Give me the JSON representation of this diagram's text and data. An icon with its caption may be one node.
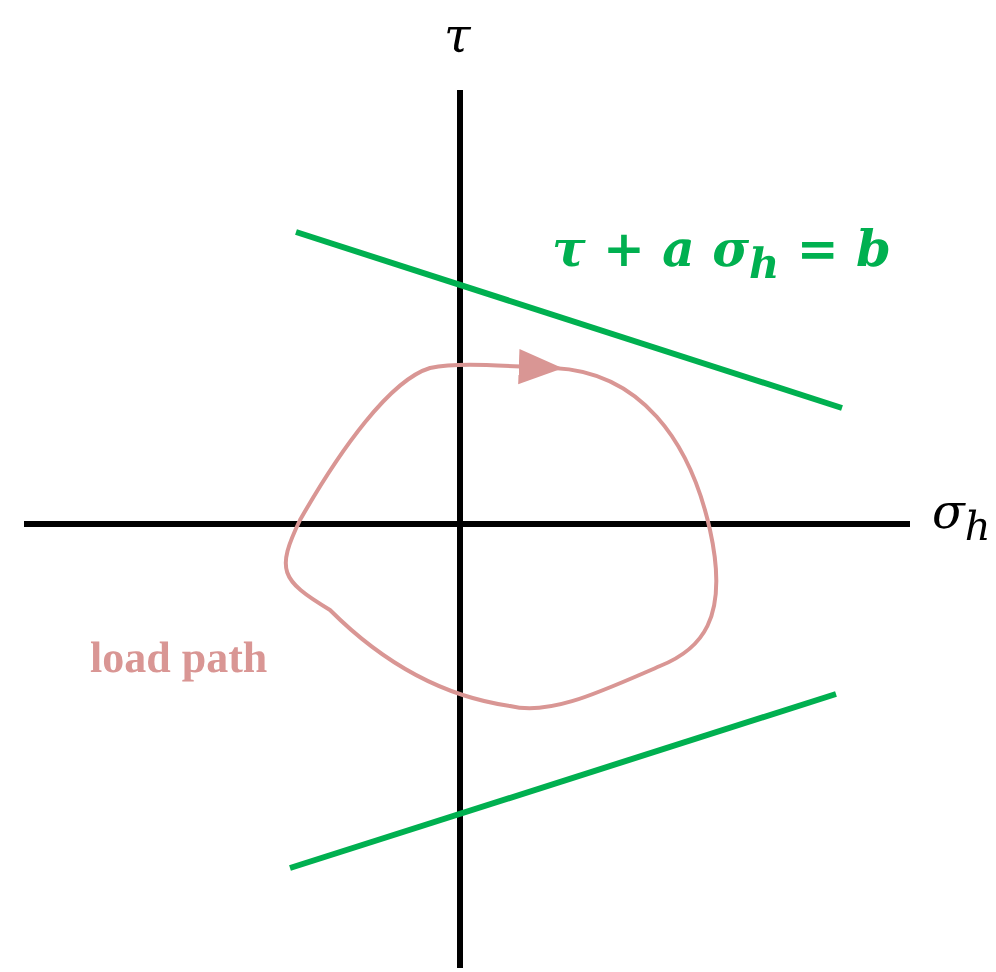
{
  "diagram": {
    "labels": [
      "τ",
      "σ$_{h}$",
      "τ + a σ$_{h}$ = b",
      "load path"
    ]
  }
}
